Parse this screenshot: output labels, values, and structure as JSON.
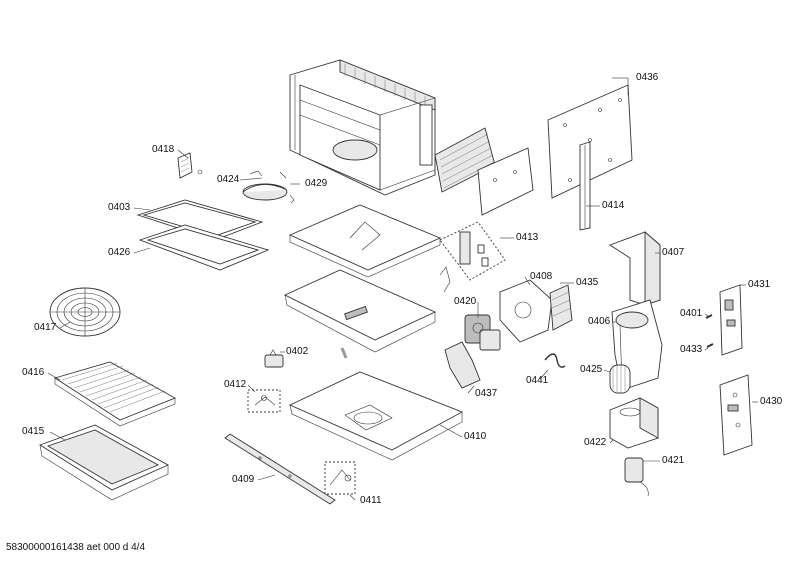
{
  "parts": [
    {
      "id": "p0436",
      "label": "0436"
    },
    {
      "id": "p0418",
      "label": "0418"
    },
    {
      "id": "p0424",
      "label": "0424"
    },
    {
      "id": "p0429",
      "label": "0429"
    },
    {
      "id": "p0414",
      "label": "0414"
    },
    {
      "id": "p0403",
      "label": "0403"
    },
    {
      "id": "p0426",
      "label": "0426"
    },
    {
      "id": "p0413",
      "label": "0413"
    },
    {
      "id": "p0407",
      "label": "0407"
    },
    {
      "id": "p0408",
      "label": "0408"
    },
    {
      "id": "p0435",
      "label": "0435"
    },
    {
      "id": "p0431",
      "label": "0431"
    },
    {
      "id": "p0420",
      "label": "0420"
    },
    {
      "id": "p0401",
      "label": "0401"
    },
    {
      "id": "p0406",
      "label": "0406"
    },
    {
      "id": "p0417",
      "label": "0417"
    },
    {
      "id": "p0433",
      "label": "0433"
    },
    {
      "id": "p0402",
      "label": "0402"
    },
    {
      "id": "p0416",
      "label": "0416"
    },
    {
      "id": "p0425",
      "label": "0425"
    },
    {
      "id": "p0441",
      "label": "0441"
    },
    {
      "id": "p0412",
      "label": "0412"
    },
    {
      "id": "p0437",
      "label": "0437"
    },
    {
      "id": "p0430",
      "label": "0430"
    },
    {
      "id": "p0415",
      "label": "0415"
    },
    {
      "id": "p0410",
      "label": "0410"
    },
    {
      "id": "p0422",
      "label": "0422"
    },
    {
      "id": "p0421",
      "label": "0421"
    },
    {
      "id": "p0409",
      "label": "0409"
    },
    {
      "id": "p0411",
      "label": "0411"
    }
  ],
  "footer": {
    "text": "58300000161438 aet 000 d 4/4"
  }
}
